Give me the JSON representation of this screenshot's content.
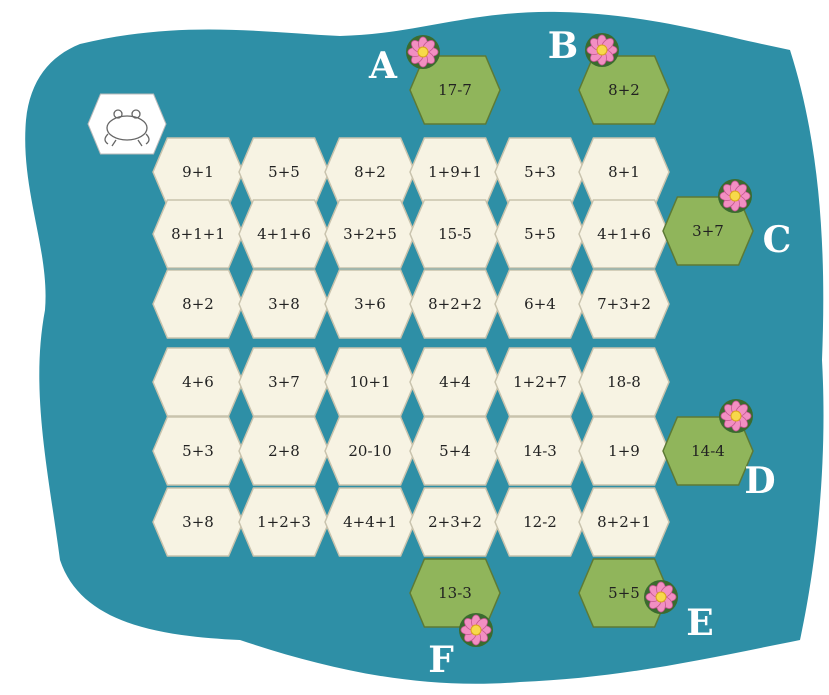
{
  "colors": {
    "pond": "#2e8fa6",
    "tile": "#f7f3e3",
    "tile_stroke": "#c9c3ad",
    "target": "#90b55b",
    "target_stroke": "#5d7a35",
    "lily_petal": "#f28fc2",
    "lily_center": "#f7d94a"
  },
  "icons": {
    "frog": "frog-icon",
    "lily": "water-lily-icon"
  },
  "grid": {
    "rows": [
      [
        "9+1",
        "5+5",
        "8+2",
        "1+9+1",
        "5+3",
        "8+1"
      ],
      [
        "8+1+1",
        "4+1+6",
        "3+2+5",
        "15-5",
        "5+5",
        "4+1+6"
      ],
      [
        "8+2",
        "3+8",
        "3+6",
        "8+2+2",
        "6+4",
        "7+3+2"
      ],
      [
        "4+6",
        "3+7",
        "10+1",
        "4+4",
        "1+2+7",
        "18-8"
      ],
      [
        "5+3",
        "2+8",
        "20-10",
        "5+4",
        "14-3",
        "1+9"
      ],
      [
        "3+8",
        "1+2+3",
        "4+4+1",
        "2+3+2",
        "12-2",
        "8+2+1"
      ]
    ]
  },
  "targets": [
    {
      "letter": "A",
      "expr": "17-7"
    },
    {
      "letter": "B",
      "expr": "8+2"
    },
    {
      "letter": "C",
      "expr": "3+7"
    },
    {
      "letter": "D",
      "expr": "14-4"
    },
    {
      "letter": "E",
      "expr": "5+5"
    },
    {
      "letter": "F",
      "expr": "13-3"
    }
  ]
}
